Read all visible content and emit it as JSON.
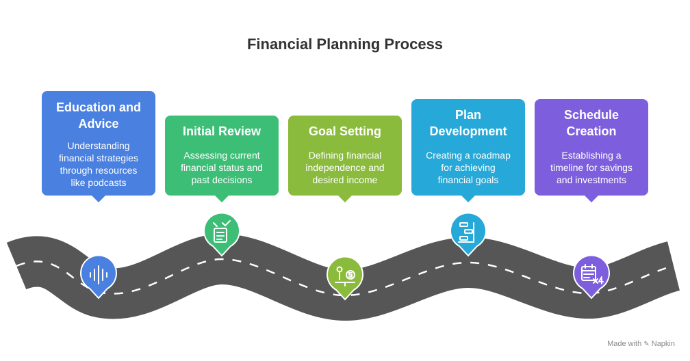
{
  "title": "Financial Planning Process",
  "colors": {
    "road": "#565656",
    "road_dash": "#ffffff",
    "education": "#4A80E0",
    "review": "#3DBE77",
    "goal": "#8ABB3C",
    "plan": "#26A8D8",
    "schedule": "#7D5FDE"
  },
  "steps": [
    {
      "title": "Education and\nAdvice",
      "description": "Understanding\nfinancial strategies\nthrough resources\nlike podcasts",
      "icon": "podcast-waveform-icon"
    },
    {
      "title": "Initial Review",
      "description": "Assessing current\nfinancial status and\npast decisions",
      "icon": "checklist-review-icon"
    },
    {
      "title": "Goal Setting",
      "description": "Defining financial\nindependence and\ndesired income",
      "icon": "person-money-balance-icon"
    },
    {
      "title": "Plan\nDevelopment",
      "description": "Creating a roadmap\nfor achieving\nfinancial goals",
      "icon": "gantt-chart-icon"
    },
    {
      "title": "Schedule\nCreation",
      "description": "Establishing a\ntimeline for savings\nand investments",
      "icon": "calendar-multiply-icon"
    }
  ],
  "footer": {
    "made_with": "Made with",
    "brand": "Napkin"
  }
}
